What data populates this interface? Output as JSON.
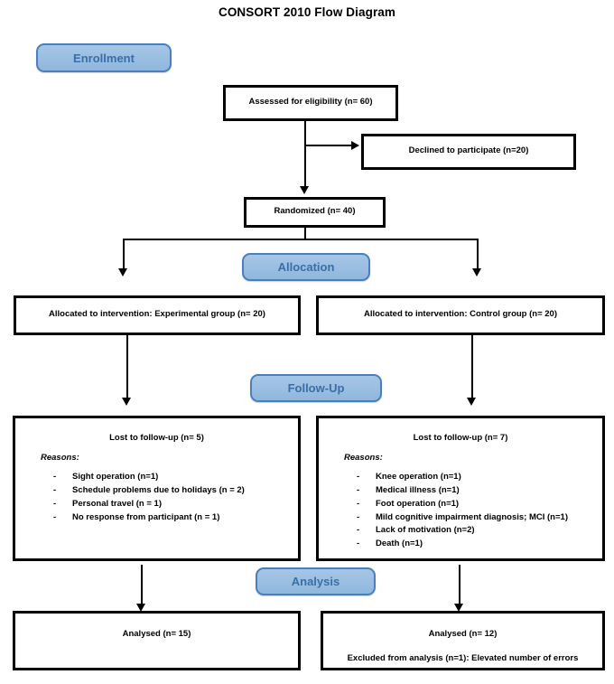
{
  "title": "CONSORT 2010 Flow Diagram",
  "stages": {
    "enrollment": "Enrollment",
    "allocation": "Allocation",
    "followup": "Follow-Up",
    "analysis": "Analysis"
  },
  "boxes": {
    "assessed": "Assessed for eligibility (n= 60)",
    "declined": "Declined to participate (n=20)",
    "randomized": "Randomized (n= 40)",
    "allocated_experimental": "Allocated to intervention: Experimental group (n= 20)",
    "allocated_control": "Allocated to intervention: Control group (n= 20)",
    "lost_left_title": "Lost to follow-up (n= 5)",
    "lost_right_title": "Lost to follow-up (n= 7)",
    "reasons_label": "Reasons:",
    "analysed_left": "Analysed  (n= 15)",
    "analysed_right": "Analysed  (n= 12)",
    "excluded_right": "Excluded from analysis (n=1): Elevated number of errors"
  },
  "reasons_left": [
    "Sight operation (n=1)",
    "Schedule problems due to holidays (n = 2)",
    "Personal travel (n = 1)",
    "No response from participant (n = 1)"
  ],
  "reasons_right": [
    "Knee operation (n=1)",
    "Medical illness (n=1)",
    "Foot operation (n=1)",
    "Mild cognitive impairment diagnosis; MCI (n=1)",
    "Lack of motivation (n=2)",
    "Death (n=1)"
  ],
  "bullet_marker": "-",
  "colors": {
    "pill_fill": "#a6c6e6",
    "pill_border": "#4a7ebc",
    "pill_text": "#3a6ea8",
    "box_border": "#000000",
    "background": "#ffffff"
  }
}
